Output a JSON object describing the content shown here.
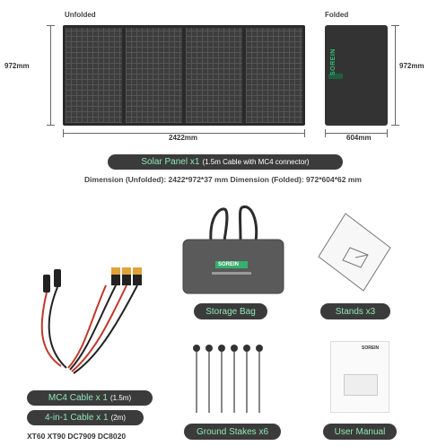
{
  "panel": {
    "unfolded_label": "Unfolded",
    "folded_label": "Folded",
    "height_left": "972mm",
    "height_right": "972mm",
    "width_unfolded": "2422mm",
    "width_folded": "604mm",
    "brand_vertical": "SOREIN"
  },
  "solar_pill": {
    "main": "Solar Panel x1",
    "sub": "(1.5m Cable with MC4 connector)"
  },
  "dimensions_text": "Dimension (Unfolded): 2422*972*37 mm  Dimension (Folded): 972*604*62 mm",
  "accessories": {
    "storage_bag": "Storage Bag",
    "bag_brand": "SOREIN",
    "stands": "Stands x3",
    "mc4_cable_main": "MC4 Cable x 1",
    "mc4_cable_sub": "(1.5m)",
    "four_in_one_main": "4-in-1 Cable x 1",
    "four_in_one_sub": "(2m)",
    "connectors": "XT60  XT90  DC7909  DC8020",
    "ground_stakes": "Ground Stakes x6",
    "user_manual": "User Manual",
    "manual_brand": "SOREIN"
  },
  "colors": {
    "pill_bg": "#3b3b3b",
    "pill_text": "#8fe6b5",
    "brand_green": "#2fbf71"
  }
}
